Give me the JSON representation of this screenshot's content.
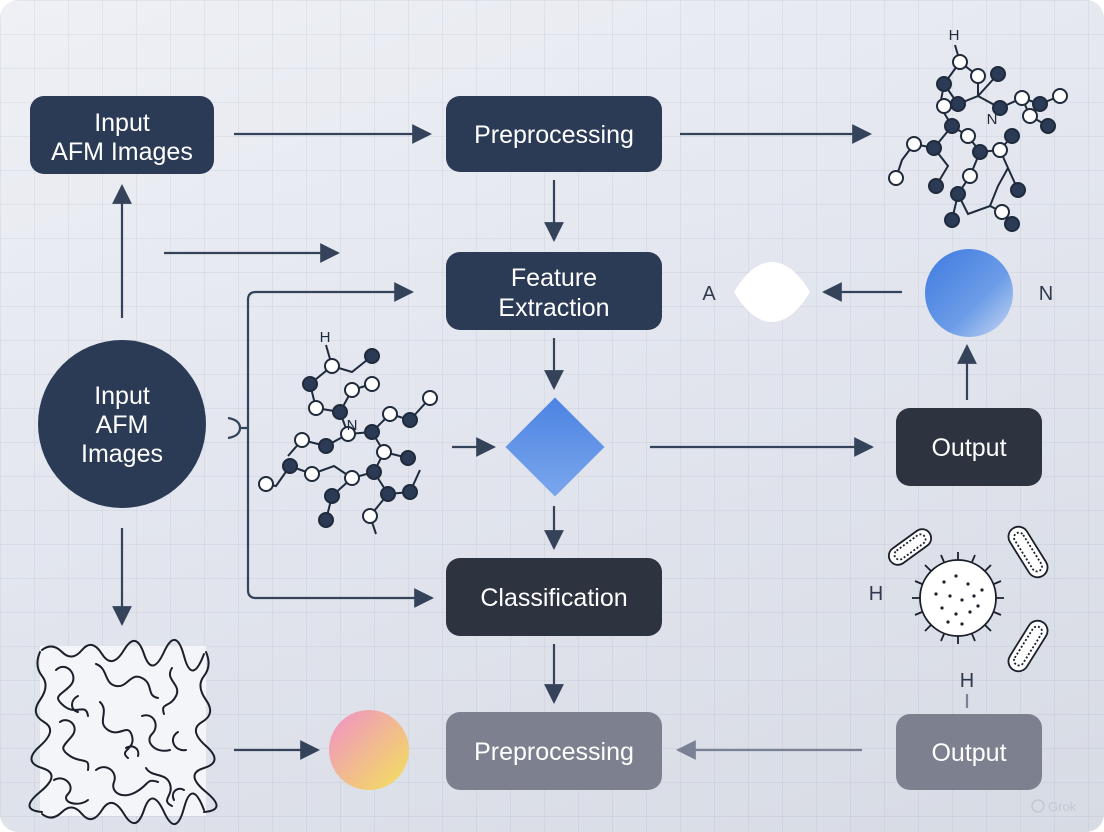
{
  "nodes": {
    "input_top": [
      "Input",
      "AFM Images"
    ],
    "preprocessing_top": [
      "Preprocessing"
    ],
    "feature_extraction": [
      "Feature",
      "Extraction"
    ],
    "input_circle": [
      "Input",
      "AFM",
      "Images"
    ],
    "output_mid": [
      "Output"
    ],
    "classification": [
      "Classification"
    ],
    "preprocessing_bottom": [
      "Preprocessing"
    ],
    "output_bottom": [
      "Output"
    ]
  },
  "labels": {
    "left_of_white_circle": "A",
    "right_of_blue_circle": "N",
    "left_of_microbes": "H",
    "above_output_bottom": "H",
    "molecule_top_h": "H",
    "molecule_top_n": "N",
    "molecule_left_h": "H",
    "molecule_left_n": "N"
  },
  "watermark": "Grok",
  "colors": {
    "node_dark": "#2b3a55",
    "node_black": "#2e3340",
    "node_faded": "#7d808e",
    "arrow": "#34425a",
    "diamond": "#5b8fe0",
    "blue_circle": "#5a8fe3"
  }
}
